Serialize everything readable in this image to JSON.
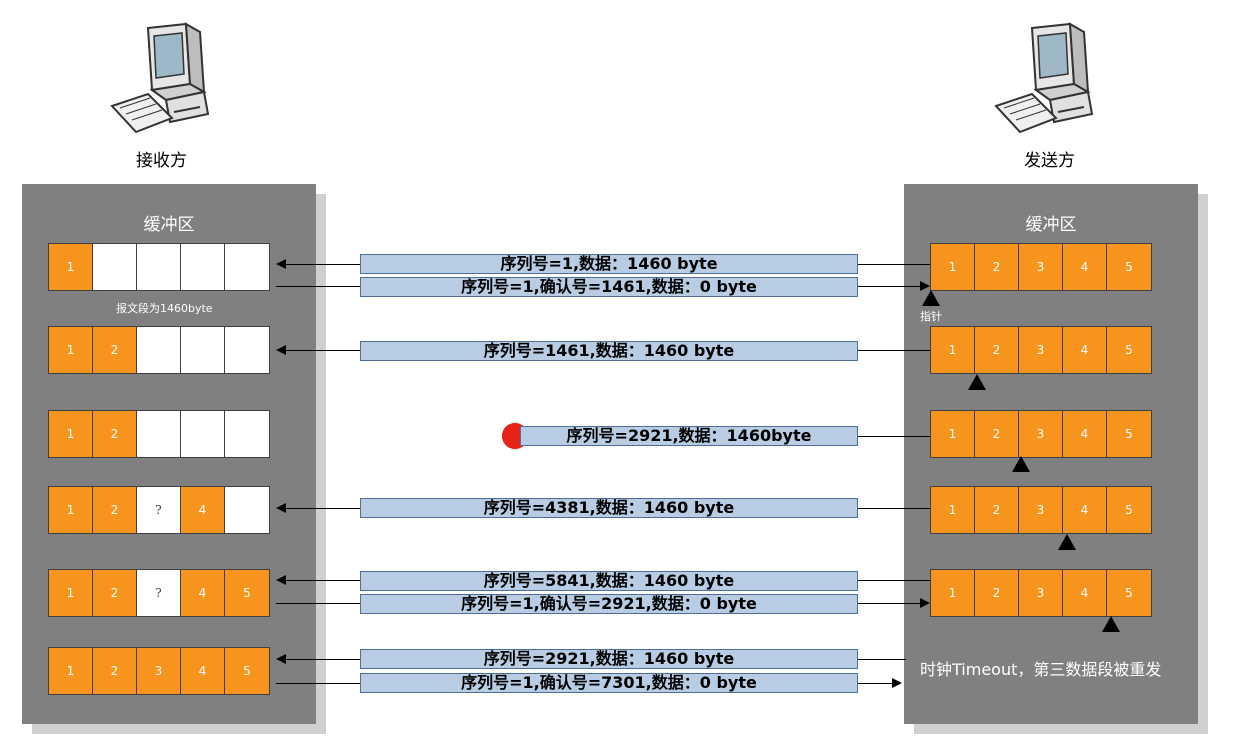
{
  "receiver": {
    "name": "接收方",
    "buffer_title": "缓冲区",
    "segment_note": "报文段为1460byte"
  },
  "sender": {
    "name": "发送方",
    "buffer_title": "缓冲区",
    "pointer_label": "指针",
    "timeout_note": "时钟Timeout，第三数据段被重发"
  },
  "receiver_rows": [
    [
      "1",
      "",
      "",
      "",
      ""
    ],
    [
      "1",
      "2",
      "",
      "",
      ""
    ],
    [
      "1",
      "2",
      "",
      "",
      ""
    ],
    [
      "1",
      "2",
      "?",
      "4",
      ""
    ],
    [
      "1",
      "2",
      "?",
      "4",
      "5"
    ],
    [
      "1",
      "2",
      "3",
      "4",
      "5"
    ]
  ],
  "sender_rows": [
    [
      "1",
      "2",
      "3",
      "4",
      "5"
    ],
    [
      "1",
      "2",
      "3",
      "4",
      "5"
    ],
    [
      "1",
      "2",
      "3",
      "4",
      "5"
    ],
    [
      "1",
      "2",
      "3",
      "4",
      "5"
    ],
    [
      "1",
      "2",
      "3",
      "4",
      "5"
    ]
  ],
  "messages": {
    "m1": "序列号=1,数据：1460 byte",
    "m2": "序列号=1,确认号=1461,数据：0 byte",
    "m3": "序列号=1461,数据：1460 byte",
    "m4": "序列号=2921,数据：1460byte",
    "m5": "序列号=4381,数据：1460 byte",
    "m6": "序列号=5841,数据：1460 byte",
    "m7": "序列号=1,确认号=2921,数据：0 byte",
    "m8": "序列号=2921,数据：1460 byte",
    "m9": "序列号=1,确认号=7301,数据：0 byte"
  },
  "colors": {
    "filled": "#f7941d",
    "message": "#b8cce4",
    "panel": "#808080",
    "loss": "#e8231a"
  },
  "icons": {
    "computer": "computer-icon"
  }
}
